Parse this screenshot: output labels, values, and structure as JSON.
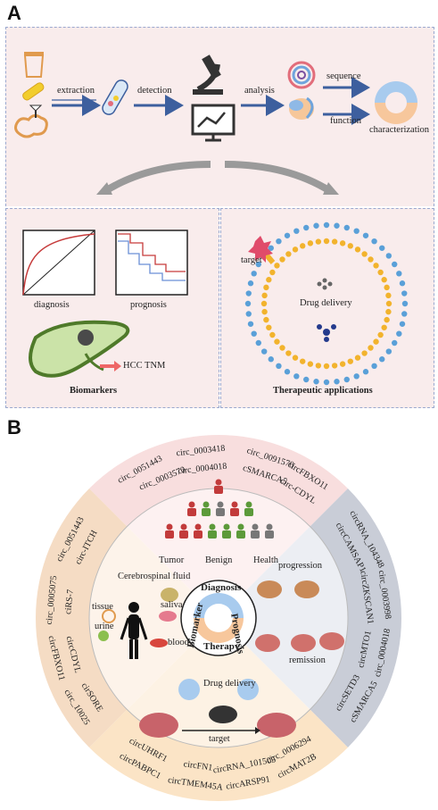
{
  "panel_a": {
    "letter": "A",
    "workflow": {
      "extraction": "extraction",
      "detection": "detection",
      "analysis": "analysis",
      "sequence": "sequence",
      "function": "function",
      "characterization": "characterization"
    },
    "biomarkers": {
      "diagnosis": "diagnosis",
      "prognosis": "prognosis",
      "hcc_tnm": "HCC TNM",
      "title": "Biomarkers"
    },
    "therapy": {
      "target": "target",
      "drug_delivery": "Drug delivery",
      "title": "Therapeutic applications"
    }
  },
  "panel_b": {
    "letter": "B",
    "top_circs": [
      "circ_0051443",
      "circ_0003570",
      "circ_0003418",
      "circ_0004018",
      "circ_0091570",
      "cSMARCA5",
      "circFBXO11",
      "circ-CDYL"
    ],
    "left_circs": [
      "circ_0051443",
      "circ-ITCH",
      "circ_0005075",
      "ciRS-7",
      "circFBXO11",
      "circCDYL",
      "circ_10025",
      "cirSORE"
    ],
    "right_circs": [
      "circCAMSAP1",
      "circRNA_104348",
      "circZKSCAN1",
      "circ_0003998",
      "circ_0004018",
      "circMTO1",
      "circSETD3",
      "cSMARCA5"
    ],
    "bottom_circs": [
      "circUHRF1",
      "circPABPC1",
      "circFN1",
      "circTMEM45A",
      "circARSP91",
      "circRNA_101505",
      "circMAT2B",
      "circ_0006294"
    ],
    "center": {
      "diagnosis": "Diagnosis",
      "prognosis": "Prognosis",
      "therapy": "Therapy",
      "biomarker": "Biomarker"
    },
    "diagnosis_quad": {
      "tumor": "Tumor",
      "benign": "Benign",
      "health": "Health"
    },
    "biomarker_quad": {
      "csf": "Cerebrospinal fluid",
      "tissue": "tissue",
      "saliva": "saliva",
      "urine": "urine",
      "blood": "blood"
    },
    "prognosis_quad": {
      "progression": "progression",
      "remission": "remission"
    },
    "therapy_quad": {
      "drug_delivery": "Drug delivery",
      "target": "target"
    }
  }
}
